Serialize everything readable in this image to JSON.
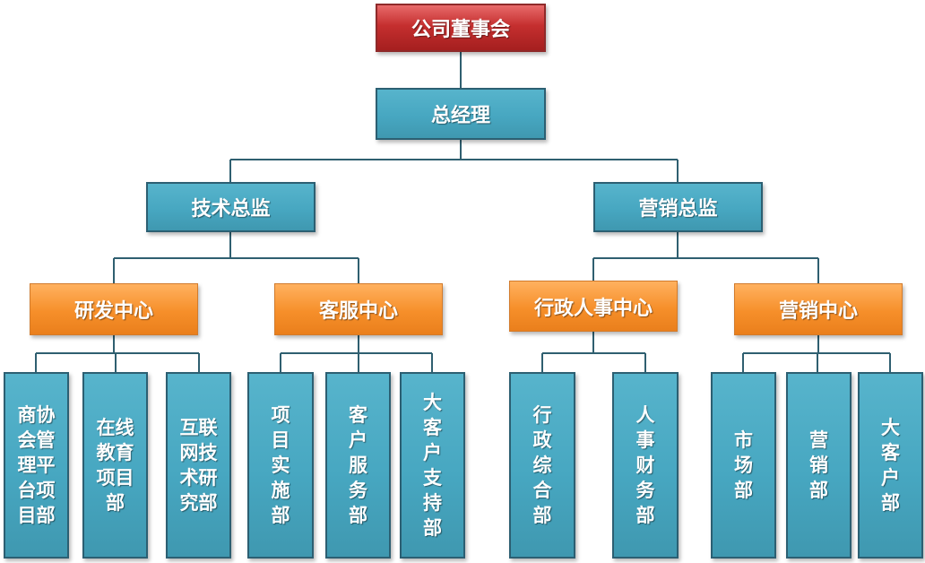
{
  "chart": {
    "board": "公司董事会",
    "general_manager": "总经理",
    "tech_director": "技术总监",
    "marketing_director": "营销总监",
    "rd_center": "研发中心",
    "cs_center": "客服中心",
    "admin_hr_center": "行政人事中心",
    "marketing_center": "营销中心",
    "departments": {
      "commerce_platform": "商协\n会管\n理平\n台项\n目部",
      "online_education": "在线\n教育\n项目\n部",
      "internet_research": "互联\n网技\n术研\n究部",
      "project_implementation": "项\n目\n实\n施\n部",
      "customer_service": "客\n户\n服\n务\n部",
      "key_account_support": "大\n客\n户\n支\n持\n部",
      "admin": "行\n政\n综\n合\n部",
      "hr_finance": "人\n事\n财\n务\n部",
      "market": "市\n场\n部",
      "sales": "营\n销\n部",
      "key_account": "大\n客\n户\n部"
    }
  },
  "colors": {
    "board": "#c52f2f",
    "management": "#47a7c1",
    "centers": "#f68f2a",
    "departments": "#47a7c1",
    "connector": "#2f5f70"
  }
}
